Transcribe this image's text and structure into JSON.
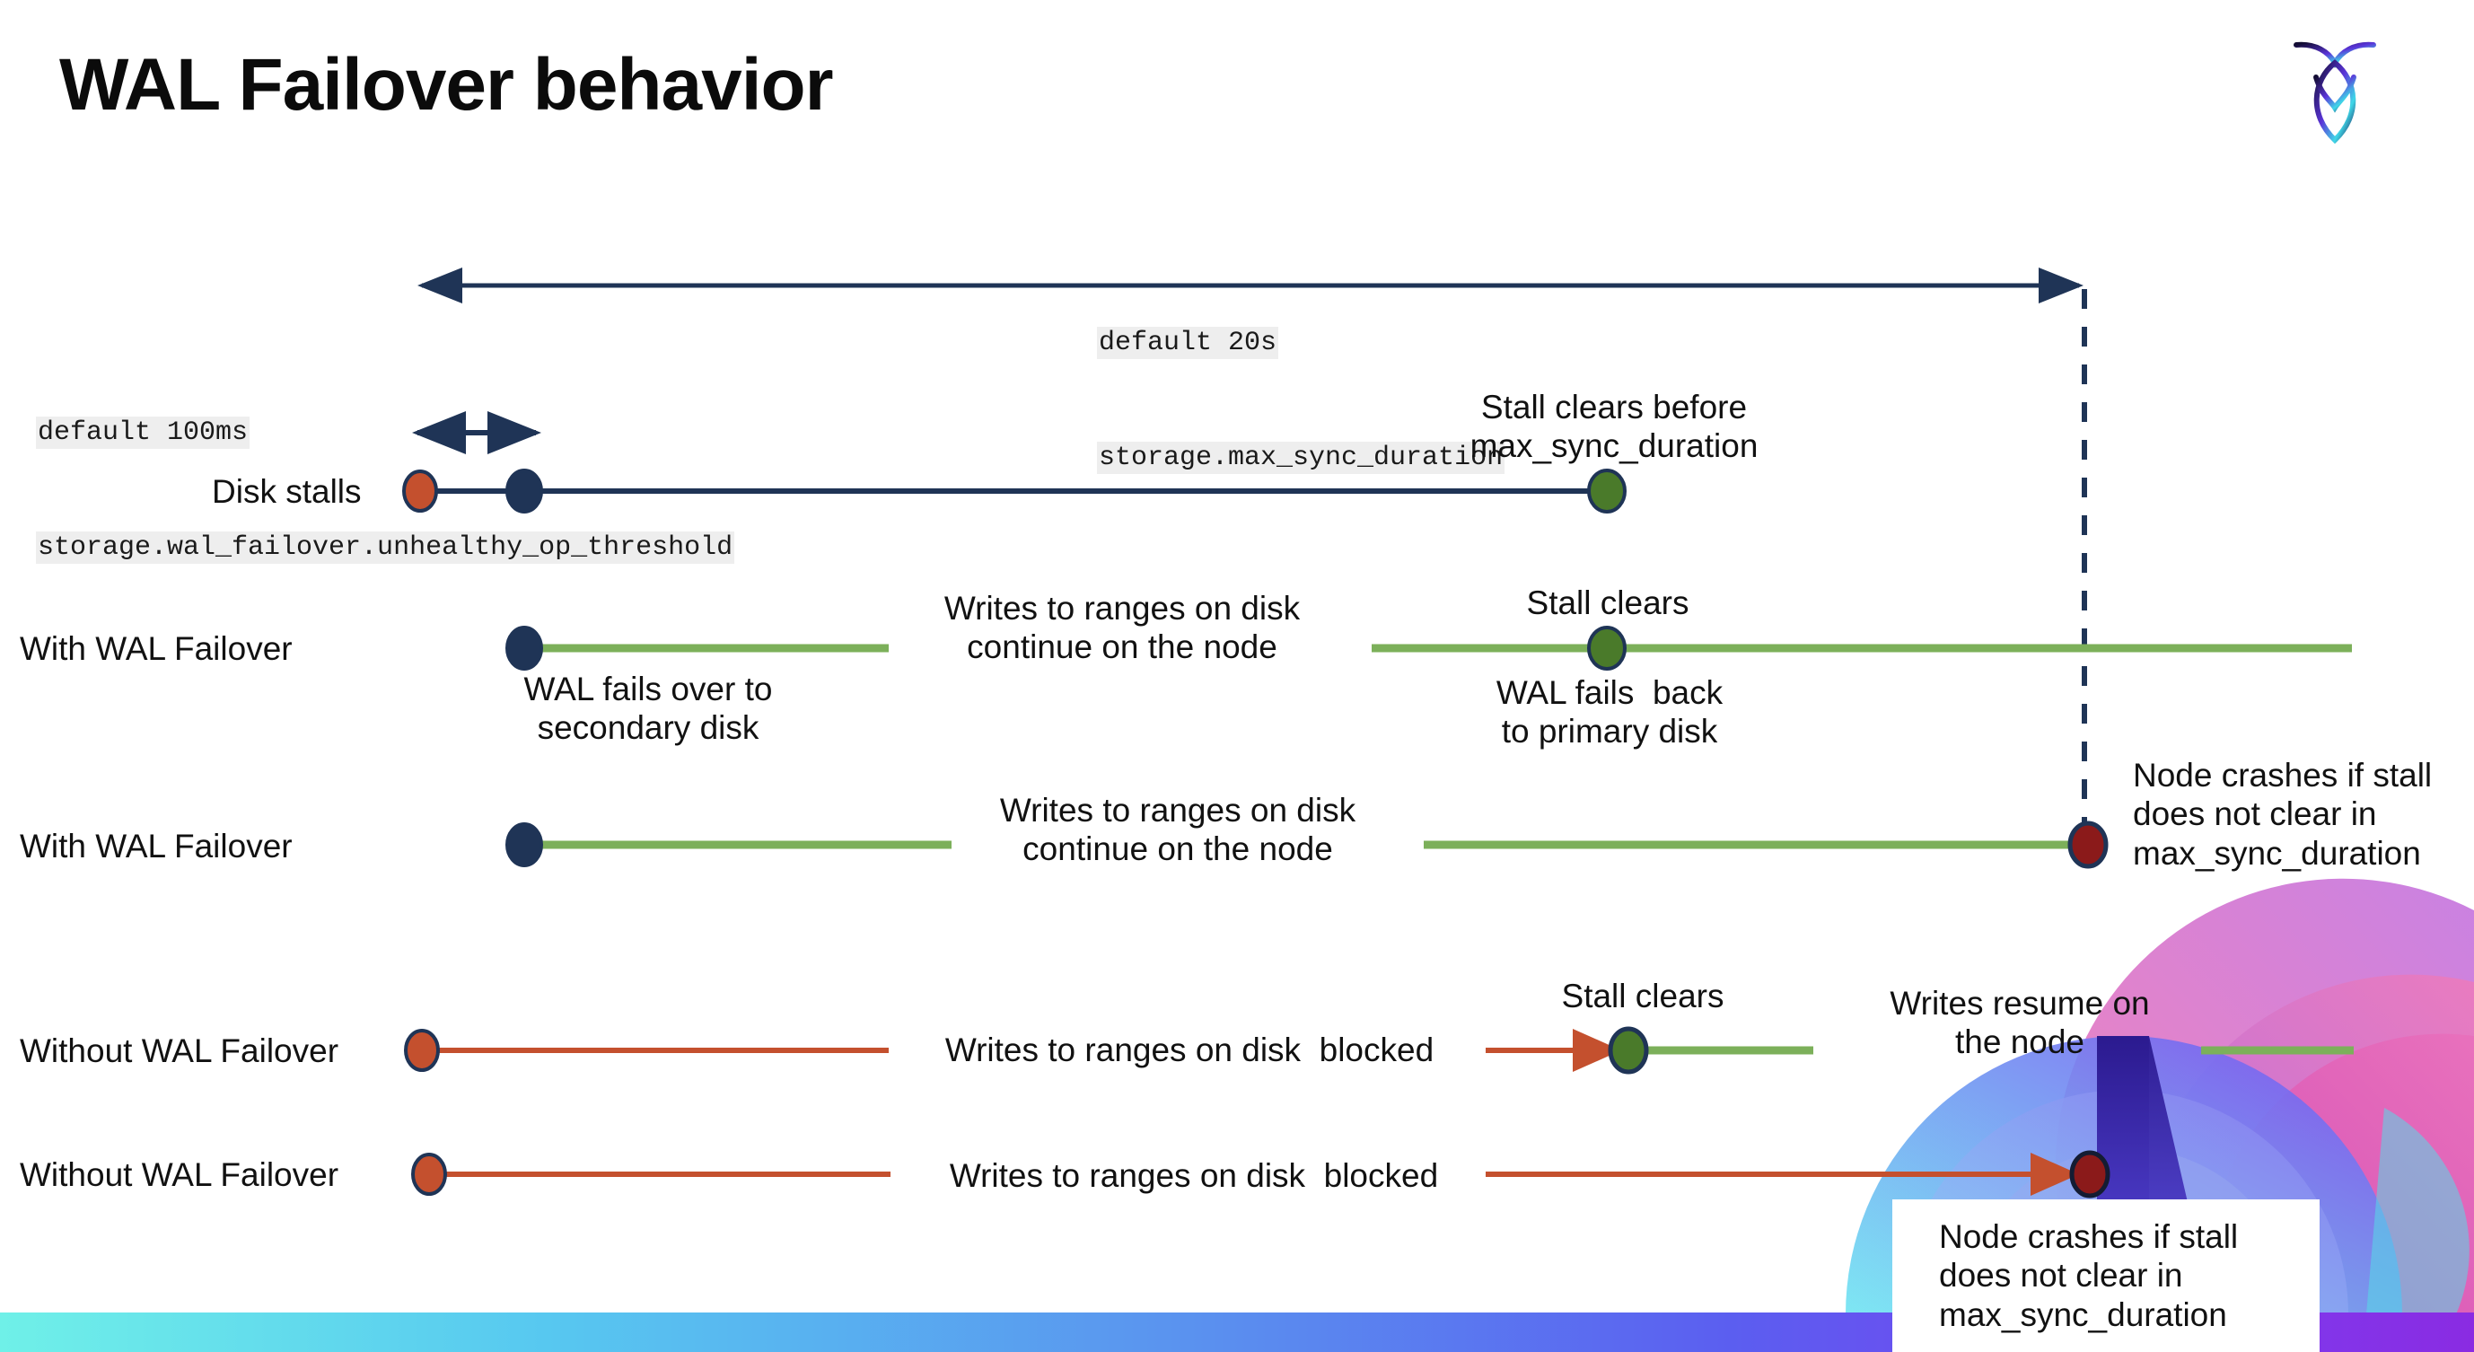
{
  "slide": {
    "title": "WAL Failover behavior",
    "logo_name": "cockroachdb-logo"
  },
  "annotations": {
    "max_sync": {
      "default": "default 20s",
      "setting": "storage.max_sync_duration"
    },
    "unhealthy": {
      "default": "default 100ms",
      "setting": "storage.wal_failover.unhealthy_op_threshold"
    }
  },
  "rows": [
    {
      "name": "Disk stalls",
      "labels": [
        {
          "text": "Stall clears before\nmax_sync_duration"
        }
      ]
    },
    {
      "name": "With WAL Failover",
      "labels": [
        {
          "text": "Writes to ranges on disk\ncontinue on the node"
        },
        {
          "text": "Stall clears"
        },
        {
          "text": "WAL fails over to\nsecondary disk"
        },
        {
          "text": "WAL fails  back\nto primary disk"
        }
      ]
    },
    {
      "name": "With WAL Failover",
      "labels": [
        {
          "text": "Writes to ranges on disk\ncontinue on the node"
        },
        {
          "text": "Node crashes if stall\ndoes not clear in\nmax_sync_duration"
        }
      ]
    },
    {
      "name": "Without WAL Failover",
      "labels": [
        {
          "text": "Writes to ranges on disk  blocked"
        },
        {
          "text": "Stall clears"
        },
        {
          "text": "Writes resume on\nthe node"
        }
      ]
    },
    {
      "name": "Without WAL Failover",
      "labels": [
        {
          "text": "Writes to ranges on disk  blocked"
        },
        {
          "text": "Node crashes if stall\ndoes not clear in\nmax_sync_duration"
        }
      ]
    }
  ],
  "colors": {
    "navy": "#1f3456",
    "green_line": "#7cb05a",
    "green_dot": "#4a7a2a",
    "orange": "#c4502e",
    "dark_red": "#8b1a1a",
    "code_bg": "#eeeeee",
    "text": "#111111"
  },
  "icon_names": {
    "marker_stall_start": "stall-start-dot",
    "marker_failover": "failover-dot",
    "marker_stall_clear": "stall-clear-dot",
    "marker_crash": "node-crash-dot",
    "arrow_max_sync": "max-sync-duration-double-arrow",
    "arrow_unhealthy": "unhealthy-op-threshold-double-arrow",
    "dashed_guide": "max-sync-deadline-dashed-line"
  }
}
